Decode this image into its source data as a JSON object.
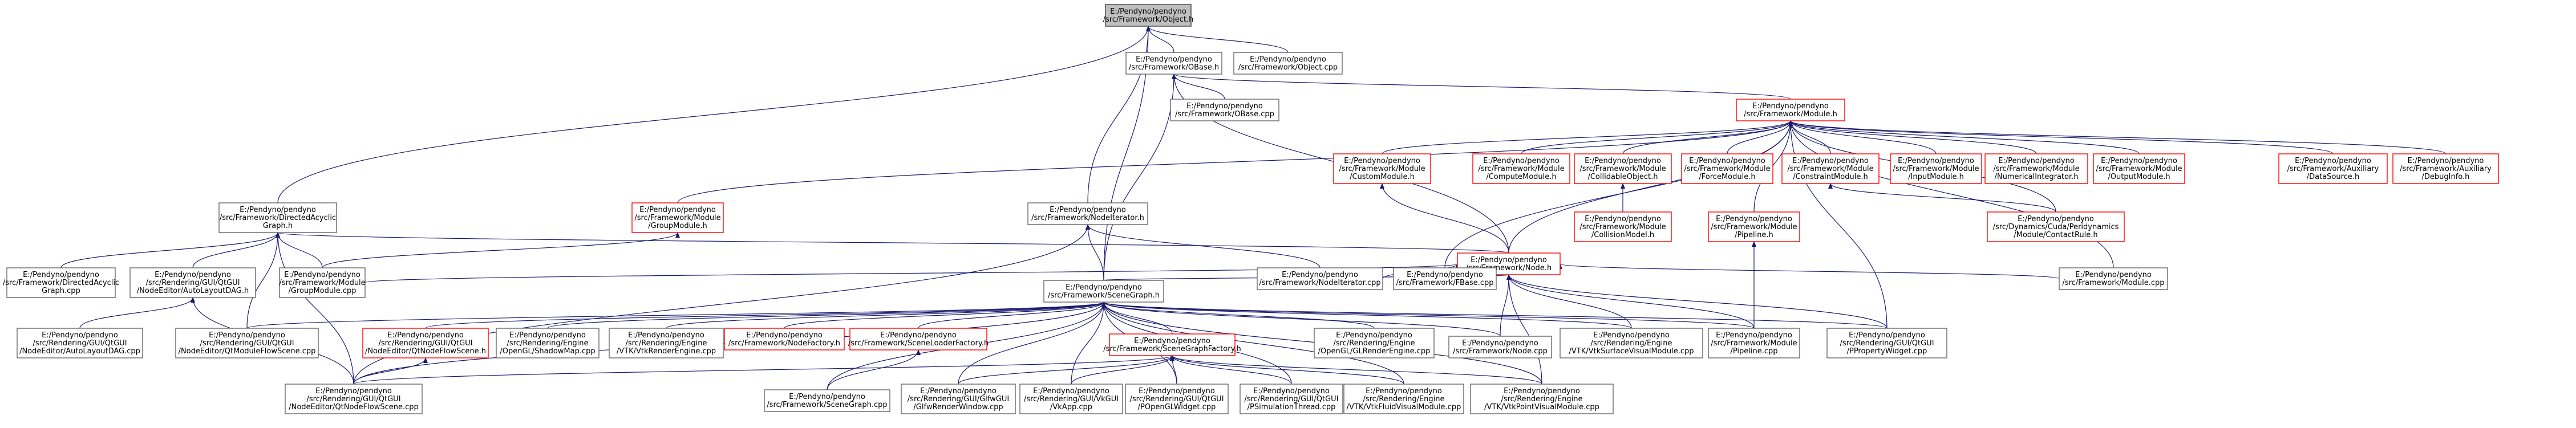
{
  "colors": {
    "edge": "#191970",
    "normal_border": "#666666",
    "red_border": "#ff0000",
    "root_fill": "#bfbfbf"
  },
  "nodes": [
    {
      "id": "obj_h",
      "style": "root",
      "lines": [
        "E:/Pendyno/pendyno",
        "/src/Framework/Object.h"
      ]
    },
    {
      "id": "obase_h",
      "style": "normal",
      "lines": [
        "E:/Pendyno/pendyno",
        "/src/Framework/OBase.h"
      ]
    },
    {
      "id": "obj_cpp",
      "style": "normal",
      "lines": [
        "E:/Pendyno/pendyno",
        "/src/Framework/Object.cpp"
      ]
    },
    {
      "id": "obase_cpp",
      "style": "normal",
      "lines": [
        "E:/Pendyno/pendyno",
        "/src/Framework/OBase.cpp"
      ]
    },
    {
      "id": "module_h",
      "style": "red",
      "lines": [
        "E:/Pendyno/pendyno",
        "/src/Framework/Module.h"
      ]
    },
    {
      "id": "dag_h",
      "style": "normal",
      "lines": [
        "E:/Pendyno/pendyno",
        "/src/Framework/DirectedAcyclic",
        "Graph.h"
      ]
    },
    {
      "id": "groupmod_h",
      "style": "red",
      "lines": [
        "E:/Pendyno/pendyno",
        "/src/Framework/Module",
        "/GroupModule.h"
      ]
    },
    {
      "id": "nodeiter_h",
      "style": "normal",
      "lines": [
        "E:/Pendyno/pendyno",
        "/src/Framework/NodeIterator.h"
      ]
    },
    {
      "id": "custom_h",
      "style": "red",
      "lines": [
        "E:/Pendyno/pendyno",
        "/src/Framework/Module",
        "/CustomModule.h"
      ]
    },
    {
      "id": "compute_h",
      "style": "red",
      "lines": [
        "E:/Pendyno/pendyno",
        "/src/Framework/Module",
        "/ComputeModule.h"
      ]
    },
    {
      "id": "collidable_h",
      "style": "red",
      "lines": [
        "E:/Pendyno/pendyno",
        "/src/Framework/Module",
        "/CollidableObject.h"
      ]
    },
    {
      "id": "force_h",
      "style": "red",
      "lines": [
        "E:/Pendyno/pendyno",
        "/src/Framework/Module",
        "/ForceModule.h"
      ]
    },
    {
      "id": "constraint_h",
      "style": "red",
      "lines": [
        "E:/Pendyno/pendyno",
        "/src/Framework/Module",
        "/ConstraintModule.h"
      ]
    },
    {
      "id": "input_h",
      "style": "red",
      "lines": [
        "E:/Pendyno/pendyno",
        "/src/Framework/Module",
        "/InputModule.h"
      ]
    },
    {
      "id": "numint_h",
      "style": "red",
      "lines": [
        "E:/Pendyno/pendyno",
        "/src/Framework/Module",
        "/NumericalIntegrator.h"
      ]
    },
    {
      "id": "output_h",
      "style": "red",
      "lines": [
        "E:/Pendyno/pendyno",
        "/src/Framework/Module",
        "/OutputModule.h"
      ]
    },
    {
      "id": "datasource_h",
      "style": "red",
      "lines": [
        "E:/Pendyno/pendyno",
        "/src/Framework/Auxiliary",
        "/DataSource.h"
      ]
    },
    {
      "id": "debuginfo_h",
      "style": "red",
      "lines": [
        "E:/Pendyno/pendyno",
        "/src/Framework/Auxiliary",
        "/DebugInfo.h"
      ]
    },
    {
      "id": "node_h",
      "style": "red",
      "lines": [
        "E:/Pendyno/pendyno",
        "/src/Framework/Node.h"
      ]
    },
    {
      "id": "collision_h",
      "style": "red",
      "lines": [
        "E:/Pendyno/pendyno",
        "/src/Framework/Module",
        "/CollisionModel.h"
      ]
    },
    {
      "id": "pipeline_h",
      "style": "red",
      "lines": [
        "E:/Pendyno/pendyno",
        "/src/Framework/Module",
        "/Pipeline.h"
      ]
    },
    {
      "id": "contacts_h",
      "style": "red",
      "lines": [
        "E:/Pendyno/pendyno",
        "/src/Dynamics/Cuda/Peridynamics",
        "/Module/ContactRule.h"
      ]
    },
    {
      "id": "dag_cpp",
      "style": "normal",
      "lines": [
        "E:/Pendyno/pendyno",
        "/src/Framework/DirectedAcyclic",
        "Graph.cpp"
      ]
    },
    {
      "id": "autolayout_h",
      "style": "normal",
      "lines": [
        "E:/Pendyno/pendyno",
        "/src/Rendering/GUI/QtGUI",
        "/NodeEditor/AutoLayoutDAG.h"
      ]
    },
    {
      "id": "groupmod_cpp",
      "style": "normal",
      "lines": [
        "E:/Pendyno/pendyno",
        "/src/Framework/Module",
        "/GroupModule.cpp"
      ]
    },
    {
      "id": "nodeiter_cpp",
      "style": "normal",
      "lines": [
        "E:/Pendyno/pendyno",
        "/src/Framework/NodeIterator.cpp"
      ]
    },
    {
      "id": "fbase_cpp",
      "style": "normal",
      "lines": [
        "E:/Pendyno/pendyno",
        "/src/Framework/FBase.cpp"
      ]
    },
    {
      "id": "module_cpp",
      "style": "normal",
      "lines": [
        "E:/Pendyno/pendyno",
        "/src/Framework/Module.cpp"
      ]
    },
    {
      "id": "scenegraph_h",
      "style": "normal",
      "lines": [
        "E:/Pendyno/pendyno",
        "/src/Framework/SceneGraph.h"
      ]
    },
    {
      "id": "autolayout_cpp",
      "style": "normal",
      "lines": [
        "E:/Pendyno/pendyno",
        "/src/Rendering/GUI/QtGUI",
        "/NodeEditor/AutoLayoutDAG.cpp"
      ]
    },
    {
      "id": "modflowscene_cpp",
      "style": "normal",
      "lines": [
        "E:/Pendyno/pendyno",
        "/src/Rendering/GUI/QtGUI",
        "/NodeEditor/QtModuleFlowScene.cpp"
      ]
    },
    {
      "id": "nodeflowscene_h",
      "style": "red",
      "lines": [
        "E:/Pendyno/pendyno",
        "/src/Rendering/GUI/QtGUI",
        "/NodeEditor/QtNodeFlowScene.h"
      ]
    },
    {
      "id": "shadowmap_cpp",
      "style": "normal",
      "lines": [
        "E:/Pendyno/pendyno",
        "/src/Rendering/Engine",
        "/OpenGL/ShadowMap.cpp"
      ]
    },
    {
      "id": "vtkrender_cpp",
      "style": "normal",
      "lines": [
        "E:/Pendyno/pendyno",
        "/src/Rendering/Engine",
        "/VTK/VtkRenderEngine.cpp"
      ]
    },
    {
      "id": "nodefactory_h",
      "style": "red",
      "lines": [
        "E:/Pendyno/pendyno",
        "/src/Framework/NodeFactory.h"
      ]
    },
    {
      "id": "sceneloader_h",
      "style": "red",
      "lines": [
        "E:/Pendyno/pendyno",
        "/src/Framework/SceneLoaderFactory.h"
      ]
    },
    {
      "id": "sgfactory_h",
      "style": "red",
      "lines": [
        "E:/Pendyno/pendyno",
        "/src/Framework/SceneGraphFactory.h"
      ]
    },
    {
      "id": "glrender_cpp",
      "style": "normal",
      "lines": [
        "E:/Pendyno/pendyno",
        "/src/Rendering/Engine",
        "/OpenGL/GLRenderEngine.cpp"
      ]
    },
    {
      "id": "node_cpp",
      "style": "normal",
      "lines": [
        "E:/Pendyno/pendyno",
        "/src/Framework/Node.cpp"
      ]
    },
    {
      "id": "vtksurface_cpp",
      "style": "normal",
      "lines": [
        "E:/Pendyno/pendyno",
        "/src/Rendering/Engine",
        "/VTK/VtkSurfaceVisualModule.cpp"
      ]
    },
    {
      "id": "pipeline_cpp",
      "style": "normal",
      "lines": [
        "E:/Pendyno/pendyno",
        "/src/Framework/Module",
        "/Pipeline.cpp"
      ]
    },
    {
      "id": "propwidget_cpp",
      "style": "normal",
      "lines": [
        "E:/Pendyno/pendyno",
        "/src/Rendering/GUI/QtGUI",
        "/PPropertyWidget.cpp"
      ]
    },
    {
      "id": "nodeflowscene_cpp",
      "style": "normal",
      "lines": [
        "E:/Pendyno/pendyno",
        "/src/Rendering/GUI/QtGUI",
        "/NodeEditor/QtNodeFlowScene.cpp"
      ]
    },
    {
      "id": "scenegraph_cpp",
      "style": "normal",
      "lines": [
        "E:/Pendyno/pendyno",
        "/src/Framework/SceneGraph.cpp"
      ]
    },
    {
      "id": "glfwwin_cpp",
      "style": "normal",
      "lines": [
        "E:/Pendyno/pendyno",
        "/src/Rendering/GUI/GlfwGUI",
        "/GlfwRenderWindow.cpp"
      ]
    },
    {
      "id": "vkapp_cpp",
      "style": "normal",
      "lines": [
        "E:/Pendyno/pendyno",
        "/src/Rendering/GUI/VkGUI",
        "/VkApp.cpp"
      ]
    },
    {
      "id": "openglwidget_cpp",
      "style": "normal",
      "lines": [
        "E:/Pendyno/pendyno",
        "/src/Rendering/GUI/QtGUI",
        "/POpenGLWidget.cpp"
      ]
    },
    {
      "id": "simthread_cpp",
      "style": "normal",
      "lines": [
        "E:/Pendyno/pendyno",
        "/src/Rendering/GUI/QtGUI",
        "/PSimulationThread.cpp"
      ]
    },
    {
      "id": "vtkfluid_cpp",
      "style": "normal",
      "lines": [
        "E:/Pendyno/pendyno",
        "/src/Rendering/Engine",
        "/VTK/VtkFluidVisualModule.cpp"
      ]
    },
    {
      "id": "vtkpoint_cpp",
      "style": "normal",
      "lines": [
        "E:/Pendyno/pendyno",
        "/src/Rendering/Engine",
        "/VTK/VtkPointVisualModule.cpp"
      ]
    }
  ],
  "edges": [
    [
      "obj_h",
      "obase_h"
    ],
    [
      "obj_h",
      "obj_cpp"
    ],
    [
      "obj_h",
      "dag_h"
    ],
    [
      "obj_h",
      "nodeiter_h"
    ],
    [
      "obj_h",
      "scenegraph_h"
    ],
    [
      "obase_h",
      "obase_cpp"
    ],
    [
      "obase_h",
      "module_h"
    ],
    [
      "obase_h",
      "node_h"
    ],
    [
      "obase_h",
      "scenegraph_h"
    ],
    [
      "module_h",
      "groupmod_h"
    ],
    [
      "module_h",
      "custom_h"
    ],
    [
      "module_h",
      "compute_h"
    ],
    [
      "module_h",
      "collidable_h"
    ],
    [
      "module_h",
      "force_h"
    ],
    [
      "module_h",
      "constraint_h"
    ],
    [
      "module_h",
      "input_h"
    ],
    [
      "module_h",
      "numint_h"
    ],
    [
      "module_h",
      "output_h"
    ],
    [
      "module_h",
      "datasource_h"
    ],
    [
      "module_h",
      "debuginfo_h"
    ],
    [
      "module_h",
      "pipeline_h"
    ],
    [
      "module_h",
      "contacts_h"
    ],
    [
      "module_h",
      "module_cpp"
    ],
    [
      "module_h",
      "fbase_cpp"
    ],
    [
      "module_h",
      "node_h"
    ],
    [
      "module_h",
      "propwidget_cpp"
    ],
    [
      "dag_h",
      "dag_cpp"
    ],
    [
      "dag_h",
      "autolayout_h"
    ],
    [
      "dag_h",
      "groupmod_cpp"
    ],
    [
      "dag_h",
      "modflowscene_cpp"
    ],
    [
      "dag_h",
      "nodeflowscene_cpp"
    ],
    [
      "dag_h",
      "node_h"
    ],
    [
      "groupmod_h",
      "groupmod_cpp"
    ],
    [
      "nodeiter_h",
      "nodeiter_cpp"
    ],
    [
      "nodeiter_h",
      "scenegraph_h"
    ],
    [
      "nodeiter_h",
      "nodeflowscene_cpp"
    ],
    [
      "custom_h",
      "node_h"
    ],
    [
      "collidable_h",
      "collision_h"
    ],
    [
      "constraint_h",
      "contacts_h"
    ],
    [
      "node_h",
      "groupmod_cpp"
    ],
    [
      "node_h",
      "nodeiter_cpp"
    ],
    [
      "node_h",
      "fbase_cpp"
    ],
    [
      "node_h",
      "module_cpp"
    ],
    [
      "node_h",
      "scenegraph_h"
    ],
    [
      "node_h",
      "node_cpp"
    ],
    [
      "node_h",
      "pipeline_cpp"
    ],
    [
      "node_h",
      "vtksurface_cpp"
    ],
    [
      "node_h",
      "propwidget_cpp"
    ],
    [
      "node_h",
      "vtkpoint_cpp"
    ],
    [
      "pipeline_h",
      "pipeline_cpp"
    ],
    [
      "autolayout_h",
      "autolayout_cpp"
    ],
    [
      "autolayout_h",
      "nodeflowscene_cpp"
    ],
    [
      "scenegraph_h",
      "modflowscene_cpp"
    ],
    [
      "scenegraph_h",
      "nodeflowscene_h"
    ],
    [
      "scenegraph_h",
      "shadowmap_cpp"
    ],
    [
      "scenegraph_h",
      "vtkrender_cpp"
    ],
    [
      "scenegraph_h",
      "nodefactory_h"
    ],
    [
      "scenegraph_h",
      "sceneloader_h"
    ],
    [
      "scenegraph_h",
      "sgfactory_h"
    ],
    [
      "scenegraph_h",
      "glrender_cpp"
    ],
    [
      "scenegraph_h",
      "node_cpp"
    ],
    [
      "scenegraph_h",
      "vtksurface_cpp"
    ],
    [
      "scenegraph_h",
      "pipeline_cpp"
    ],
    [
      "scenegraph_h",
      "propwidget_cpp"
    ],
    [
      "scenegraph_h",
      "scenegraph_cpp"
    ],
    [
      "scenegraph_h",
      "glfwwin_cpp"
    ],
    [
      "scenegraph_h",
      "vkapp_cpp"
    ],
    [
      "scenegraph_h",
      "openglwidget_cpp"
    ],
    [
      "scenegraph_h",
      "simthread_cpp"
    ],
    [
      "scenegraph_h",
      "vtkfluid_cpp"
    ],
    [
      "scenegraph_h",
      "vtkpoint_cpp"
    ],
    [
      "scenegraph_h",
      "nodeflowscene_cpp"
    ],
    [
      "nodeflowscene_h",
      "nodeflowscene_cpp"
    ],
    [
      "sceneloader_h",
      "scenegraph_cpp"
    ],
    [
      "sgfactory_h",
      "nodeflowscene_cpp"
    ],
    [
      "sgfactory_h",
      "glfwwin_cpp"
    ],
    [
      "sgfactory_h",
      "vkapp_cpp"
    ],
    [
      "sgfactory_h",
      "openglwidget_cpp"
    ],
    [
      "sgfactory_h",
      "simthread_cpp"
    ],
    [
      "sgfactory_h",
      "vtkfluid_cpp"
    ],
    [
      "sgfactory_h",
      "vtkpoint_cpp"
    ]
  ]
}
